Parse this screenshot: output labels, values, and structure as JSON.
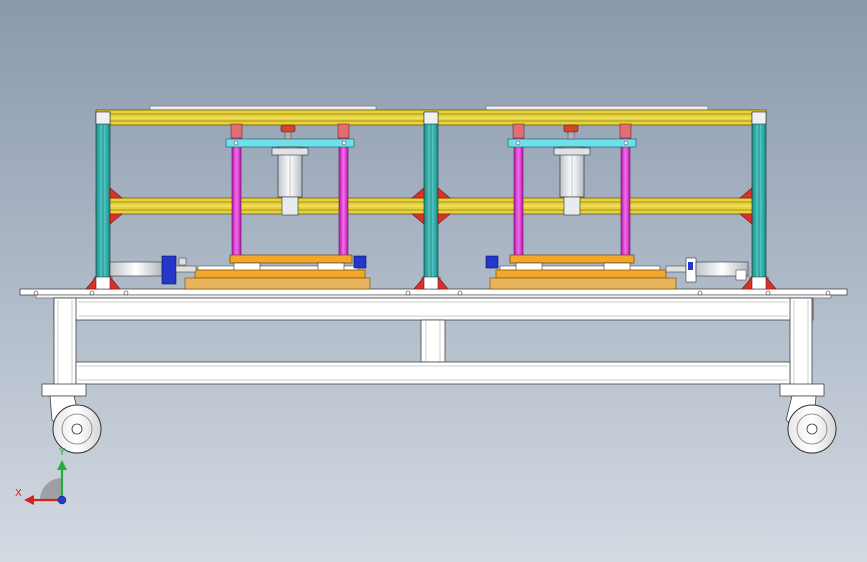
{
  "view": {
    "background_top": "#8b99ad",
    "background_bottom": "#d4dae2"
  },
  "colors": {
    "frame_yellow": "#e8d23a",
    "upright_teal": "#37b5b1",
    "gusset_red": "#d9322b",
    "guide_rod_magenta": "#e636d9",
    "top_plate_cyan": "#6fe0ea",
    "slide_orange": "#f2a62a",
    "cylinder_blue": "#2437c8",
    "table_white": "#ffffff",
    "knob_red": "#d7442d"
  },
  "axis_triad": {
    "x_label": "X",
    "y_label": "Y",
    "x_color": "#d52020",
    "y_color": "#22b03a",
    "z_color": "#1e3fd0"
  },
  "assembly": {
    "stations": 2,
    "casters": 2
  }
}
